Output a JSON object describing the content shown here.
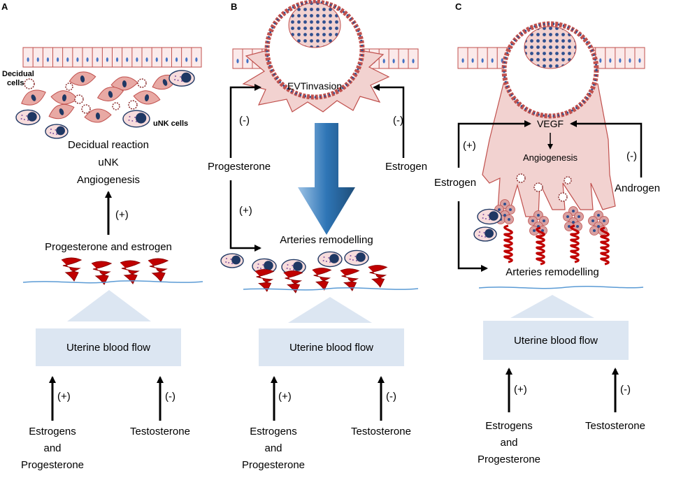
{
  "panels": {
    "A": {
      "letter": "A",
      "cell_labels": {
        "decidual": [
          "Decidual",
          "cells"
        ],
        "unk": "uNK cells"
      },
      "outcome_lines": [
        "Decidual reaction",
        "uNK",
        "Angiogenesis"
      ],
      "arrow_sign": "(+)",
      "hormones": "Progesterone and estrogen",
      "flow_box": "Uterine blood flow",
      "left_sign": "(+)",
      "right_sign": "(-)",
      "left_source": [
        "Estrogens",
        "and",
        "Progesterone"
      ],
      "right_source": "Testosterone"
    },
    "B": {
      "letter": "B",
      "invasion_label": "EVTinvasion",
      "left_hormone": "Progesterone",
      "right_hormone": "Estrogen",
      "upper_left_sign": "(-)",
      "lower_left_sign": "(+)",
      "right_sign": "(-)",
      "remodelling": "Arteries remodelling",
      "flow_box": "Uterine blood flow",
      "bottom_left_sign": "(+)",
      "bottom_right_sign": "(-)",
      "left_source": [
        "Estrogens",
        "and",
        "Progesterone"
      ],
      "right_source": "Testosterone"
    },
    "C": {
      "letter": "C",
      "vegf": "VEGF",
      "angiogenesis": "Angiogenesis",
      "left_hormone": "Estrogen",
      "right_hormone": "Androgen",
      "left_sign": "(+)",
      "right_sign": "(-)",
      "remodelling": "Arteries remodelling",
      "flow_box": "Uterine blood flow",
      "bottom_left_sign": "(+)",
      "bottom_right_sign": "(-)",
      "left_source": [
        "Estrogens",
        "and",
        "Progesterone"
      ],
      "right_source": "Testosterone"
    }
  },
  "colors": {
    "cell_fill": "#f2d2d0",
    "cell_stroke": "#c0504d",
    "nucleus": "#1f3864",
    "artery": "#c00000",
    "flow_box": "#dce6f2",
    "big_arrow": "#2e75b6",
    "text": "#000000"
  }
}
